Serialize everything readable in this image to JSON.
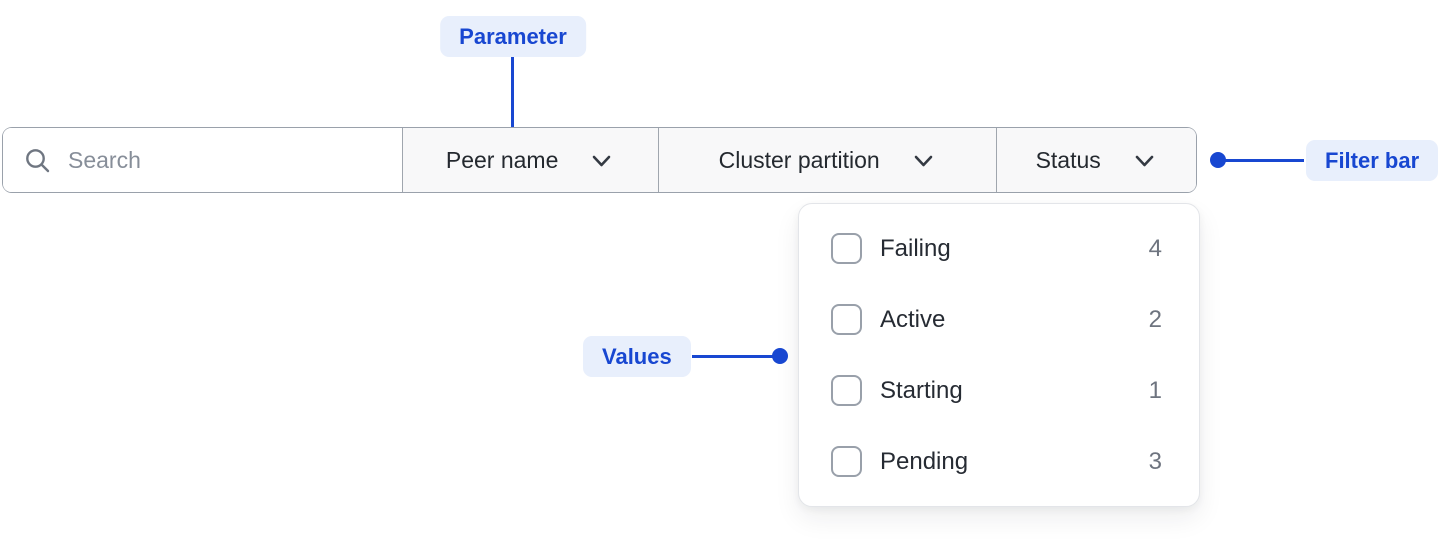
{
  "annotations": {
    "parameter": {
      "label": "Parameter"
    },
    "filter_bar": {
      "label": "Filter bar"
    },
    "values": {
      "label": "Values"
    }
  },
  "filter_bar": {
    "search": {
      "placeholder": "Search",
      "value": ""
    },
    "dropdowns": [
      {
        "label": "Peer name",
        "open": false
      },
      {
        "label": "Cluster partition",
        "open": false
      },
      {
        "label": "Status",
        "open": true
      }
    ]
  },
  "status_dropdown": {
    "options": [
      {
        "label": "Failing",
        "count": 4,
        "checked": false
      },
      {
        "label": "Active",
        "count": 2,
        "checked": false
      },
      {
        "label": "Starting",
        "count": 1,
        "checked": false
      },
      {
        "label": "Pending",
        "count": 3,
        "checked": false
      }
    ]
  },
  "icons": {
    "search": "magnifying-glass",
    "dropdown_caret": "chevron-down"
  },
  "colors": {
    "annotation_blue": "#1847d1",
    "annotation_badge_bg": "#e8effc",
    "filter_bar_border": "#9aa1ab",
    "dropdown_section_bg": "#f8f8f9",
    "panel_border": "#e3e5e9",
    "text_dark": "#24292f",
    "text_muted": "#6e747f",
    "placeholder_gray": "#878e99"
  }
}
